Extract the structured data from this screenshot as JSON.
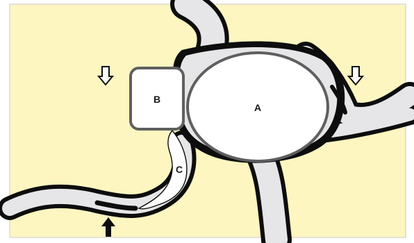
{
  "labels": {
    "a": "A",
    "b": "B",
    "c": "C"
  },
  "icons": {
    "open_arrow_left": "open-down-arrow-icon",
    "open_arrow_right": "open-down-arrow-icon",
    "solid_arrow_bottom": "solid-up-arrow-icon"
  },
  "colors": {
    "background": "#fdf6c0",
    "tube_fill": "#e6e6e8",
    "outline": "#0d0d0d",
    "region_fill": "#ffffff",
    "region_border": "#5f5f5f"
  }
}
